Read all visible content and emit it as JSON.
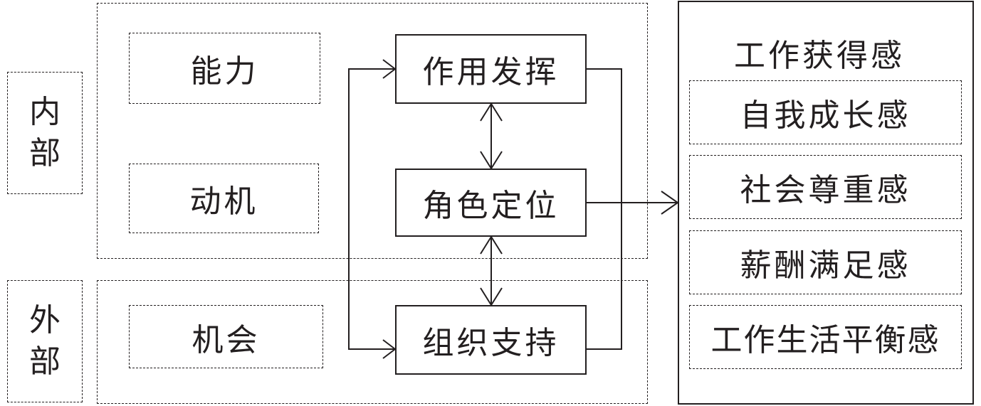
{
  "internal": {
    "label": "内部",
    "chars": [
      "内",
      "部"
    ]
  },
  "external": {
    "label": "外部",
    "chars": [
      "外",
      "部"
    ]
  },
  "factors": {
    "ability": "能力",
    "motivation": "动机",
    "opportunity": "机会"
  },
  "core": {
    "role_play": "作用发挥",
    "role_positioning": "角色定位",
    "org_support": "组织支持"
  },
  "outcome": {
    "title": "工作获得感",
    "items": [
      "自我成长感",
      "社会尊重感",
      "薪酬满足感",
      "工作生活平衡感"
    ]
  }
}
